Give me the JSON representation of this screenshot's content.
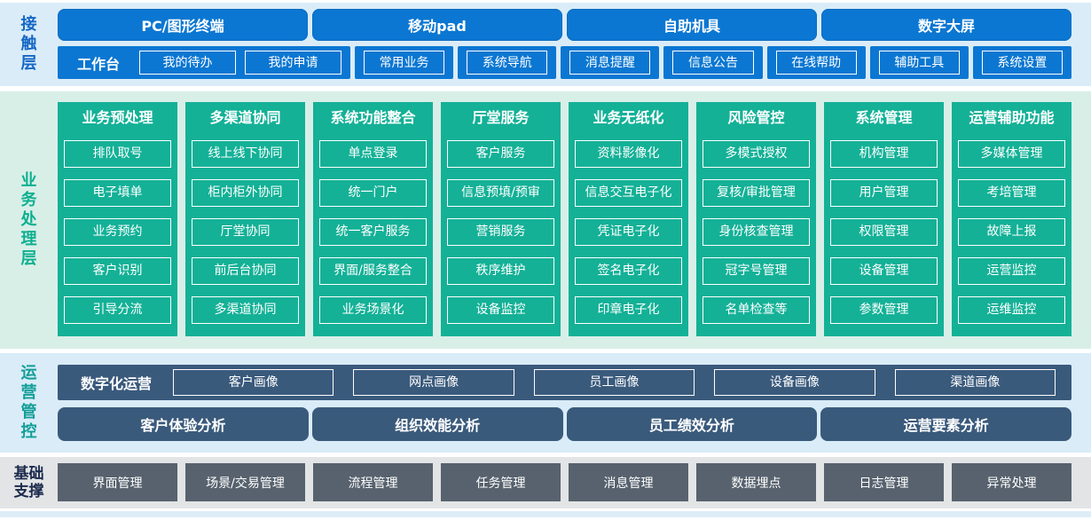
{
  "layers": {
    "contact": {
      "label": "接触层",
      "channels": [
        "PC/图形终端",
        "移动pad",
        "自助机具",
        "数字大屏"
      ],
      "workbench": {
        "label": "工作台",
        "primary_items": [
          "我的待办",
          "我的申请"
        ],
        "items": [
          "常用业务",
          "系统导航",
          "消息提醒",
          "信息公告",
          "在线帮助",
          "辅助工具",
          "系统设置"
        ]
      }
    },
    "business": {
      "label": "业务处理层",
      "columns": [
        {
          "title": "业务预处理",
          "items": [
            "排队取号",
            "电子填单",
            "业务预约",
            "客户识别",
            "引导分流"
          ]
        },
        {
          "title": "多渠道协同",
          "items": [
            "线上线下协同",
            "柜内柜外协同",
            "厅堂协同",
            "前后台协同",
            "多渠道协同"
          ]
        },
        {
          "title": "系统功能整合",
          "items": [
            "单点登录",
            "统一门户",
            "统一客户服务",
            "界面/服务整合",
            "业务场景化"
          ]
        },
        {
          "title": "厅堂服务",
          "items": [
            "客户服务",
            "信息预填/预审",
            "营销服务",
            "秩序维护",
            "设备监控"
          ]
        },
        {
          "title": "业务无纸化",
          "items": [
            "资料影像化",
            "信息交互电子化",
            "凭证电子化",
            "签名电子化",
            "印章电子化"
          ]
        },
        {
          "title": "风险管控",
          "items": [
            "多模式授权",
            "复核/审批管理",
            "身份核查管理",
            "冠字号管理",
            "名单检查等"
          ]
        },
        {
          "title": "系统管理",
          "items": [
            "机构管理",
            "用户管理",
            "权限管理",
            "设备管理",
            "参数管理"
          ]
        },
        {
          "title": "运营辅助功能",
          "items": [
            "多媒体管理",
            "考培管理",
            "故障上报",
            "运营监控",
            "运维监控"
          ]
        }
      ]
    },
    "operation": {
      "label": "运营管控",
      "digital": {
        "label": "数字化运营",
        "items": [
          "客户画像",
          "网点画像",
          "员工画像",
          "设备画像",
          "渠道画像"
        ]
      },
      "analysis": [
        "客户体验分析",
        "组织效能分析",
        "员工绩效分析",
        "运营要素分析"
      ]
    },
    "foundation": {
      "label": "基础支撑",
      "label_lines": [
        "基础",
        "支撑"
      ],
      "items": [
        "界面管理",
        "场景/交易管理",
        "流程管理",
        "任务管理",
        "消息管理",
        "数据埋点",
        "日志管理",
        "异常处理"
      ]
    }
  },
  "colors": {
    "accent_blue": "#0b77d2",
    "accent_teal": "#14b197",
    "accent_slate": "#3a5a7c",
    "accent_gray": "#57626e",
    "bg_light_blue": "#daecf8",
    "bg_light_green": "#d8efe8",
    "bg_light_gray": "#e3e4e6"
  }
}
